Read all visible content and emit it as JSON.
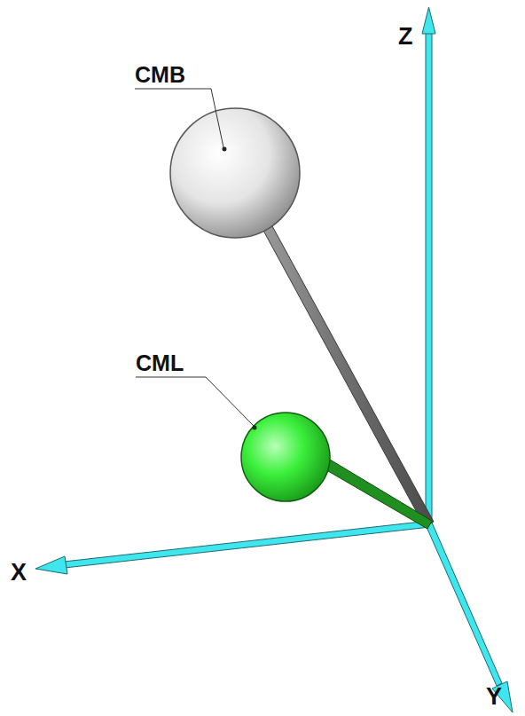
{
  "diagram": {
    "labels": [
      "Z",
      "CMB",
      "CML",
      "X",
      "Y"
    ]
  }
}
